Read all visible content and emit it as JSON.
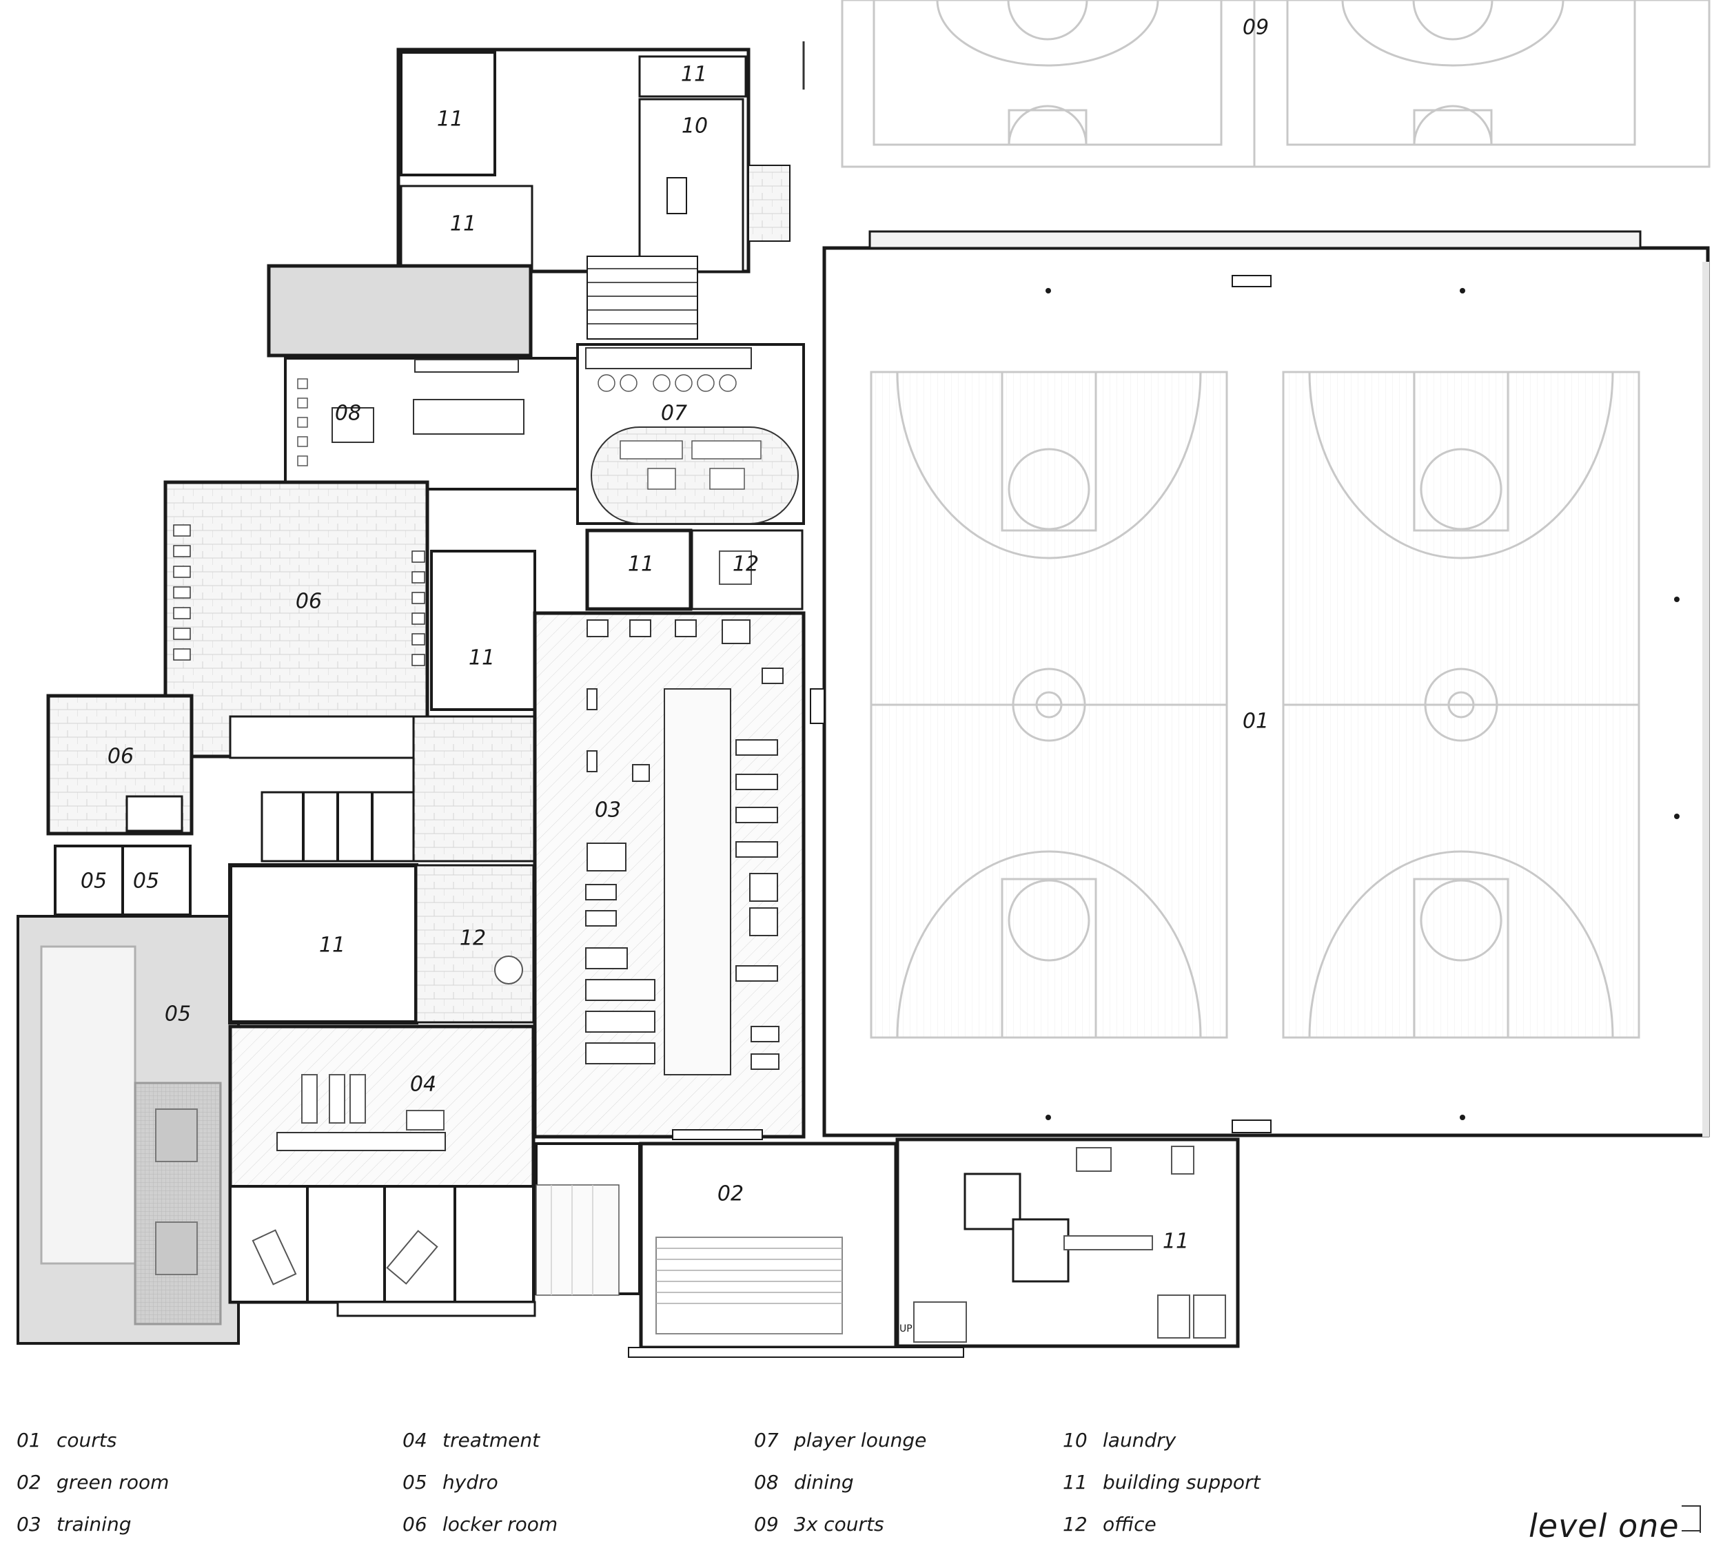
{
  "rooms": [
    {
      "id": "courts-main",
      "number": "01"
    },
    {
      "id": "green-room",
      "number": "02"
    },
    {
      "id": "training",
      "number": "03"
    },
    {
      "id": "treatment",
      "number": "04"
    },
    {
      "id": "hydro-pool",
      "number": "05"
    },
    {
      "id": "hydro-a",
      "number": "05"
    },
    {
      "id": "hydro-b",
      "number": "05"
    },
    {
      "id": "locker-main",
      "number": "06"
    },
    {
      "id": "locker-small",
      "number": "06"
    },
    {
      "id": "lounge",
      "number": "07"
    },
    {
      "id": "dining",
      "number": "08"
    },
    {
      "id": "outdoor-courts",
      "number": "09"
    },
    {
      "id": "laundry",
      "number": "10"
    },
    {
      "id": "support-a",
      "number": "11"
    },
    {
      "id": "support-b",
      "number": "11"
    },
    {
      "id": "support-c",
      "number": "11"
    },
    {
      "id": "support-d",
      "number": "11"
    },
    {
      "id": "support-e",
      "number": "11"
    },
    {
      "id": "support-f",
      "number": "11"
    },
    {
      "id": "support-g",
      "number": "11"
    },
    {
      "id": "office-a",
      "number": "12"
    },
    {
      "id": "office-b",
      "number": "12"
    }
  ],
  "legend": [
    [
      {
        "number": "01",
        "name": "courts"
      },
      {
        "number": "02",
        "name": "green room"
      },
      {
        "number": "03",
        "name": "training"
      }
    ],
    [
      {
        "number": "04",
        "name": "treatment"
      },
      {
        "number": "05",
        "name": "hydro"
      },
      {
        "number": "06",
        "name": "locker room"
      }
    ],
    [
      {
        "number": "07",
        "name": "player lounge"
      },
      {
        "number": "08",
        "name": "dining"
      },
      {
        "number": "09",
        "name": "3x courts"
      }
    ],
    [
      {
        "number": "10",
        "name": "laundry"
      },
      {
        "number": "11",
        "name": "building support"
      },
      {
        "number": "12",
        "name": "office"
      }
    ]
  ],
  "stair_up_label": "UP",
  "sheet_title": "level one",
  "colors": {
    "wall": "#1a1a1a",
    "court_line": "#c8c8c8",
    "tile": "#cfcfcf",
    "pool": "#bdbdbd",
    "shade": "#e9e9e9"
  }
}
